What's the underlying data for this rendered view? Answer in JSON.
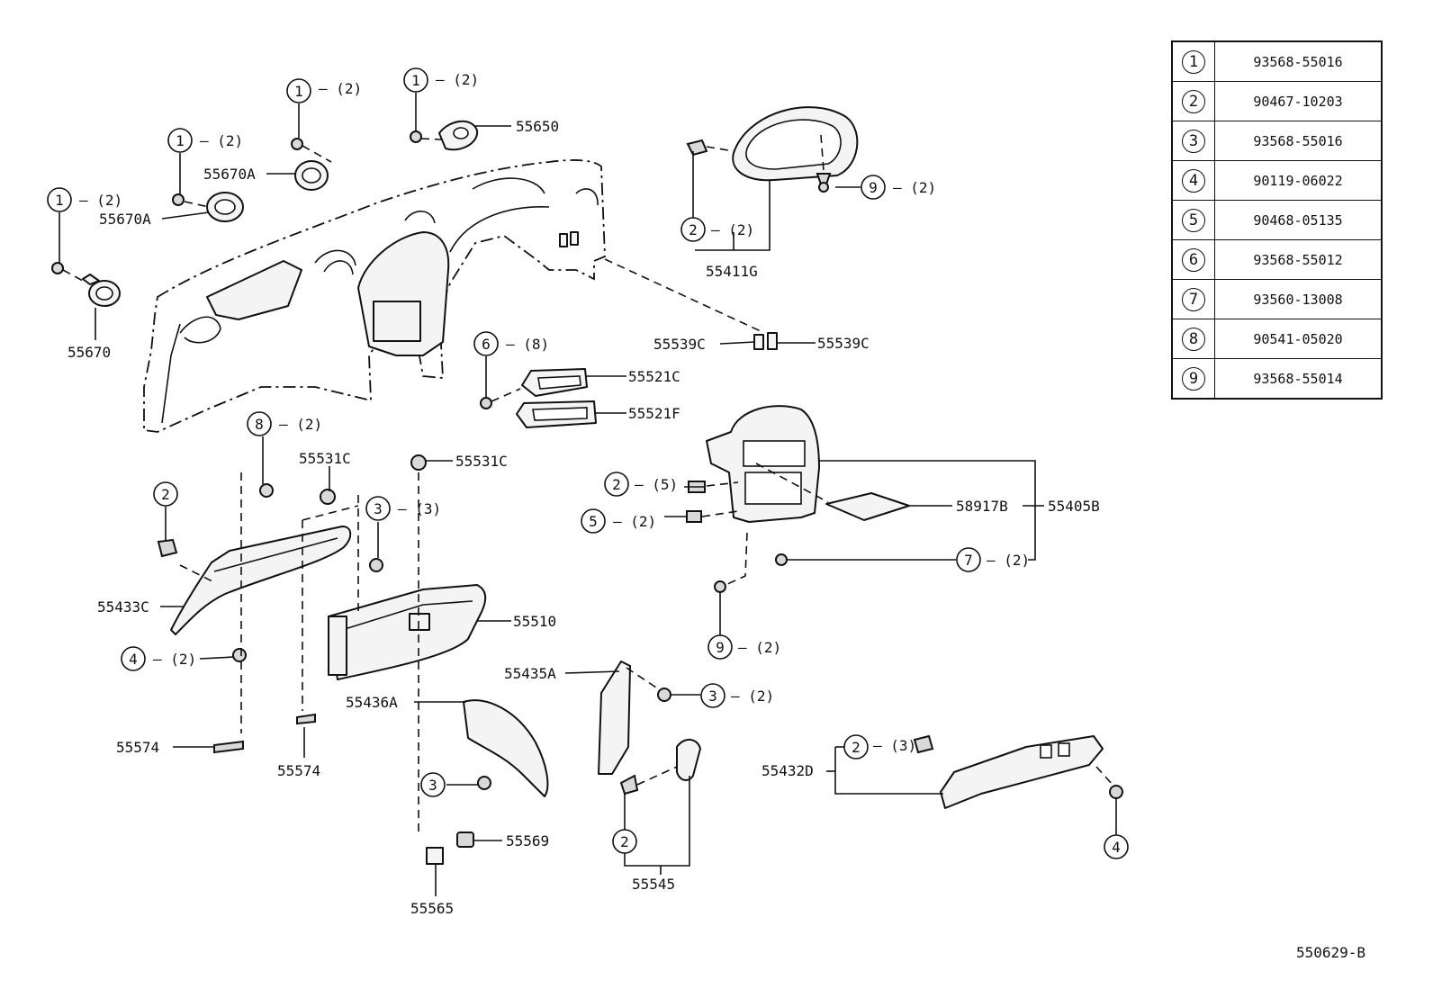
{
  "legend": [
    {
      "index": "1",
      "part_number": "93568-55016"
    },
    {
      "index": "2",
      "part_number": "90467-10203"
    },
    {
      "index": "3",
      "part_number": "93568-55016"
    },
    {
      "index": "4",
      "part_number": "90119-06022"
    },
    {
      "index": "5",
      "part_number": "90468-05135"
    },
    {
      "index": "6",
      "part_number": "93568-55012"
    },
    {
      "index": "7",
      "part_number": "93560-13008"
    },
    {
      "index": "8",
      "part_number": "90541-05020"
    },
    {
      "index": "9",
      "part_number": "93568-55014"
    }
  ],
  "labels": {
    "p55670": "55670",
    "p55670A_1": "55670A",
    "p55670A_2": "55670A",
    "p55650": "55650",
    "p55411G": "55411G",
    "p55539C_1": "55539C",
    "p55539C_2": "55539C",
    "p55521C": "55521C",
    "p55521F": "55521F",
    "p55531C_1": "55531C",
    "p55531C_2": "55531C",
    "p55433C": "55433C",
    "p55510": "55510",
    "p55574_1": "55574",
    "p55574_2": "55574",
    "p55436A": "55436A",
    "p55435A": "55435A",
    "p55569": "55569",
    "p55565": "55565",
    "p55545": "55545",
    "p58917B": "58917B",
    "p55405B": "55405B",
    "p55432D": "55432D"
  },
  "callouts": [
    {
      "num": "1",
      "qty": "– (2)"
    },
    {
      "num": "1",
      "qty": "– (2)"
    },
    {
      "num": "1",
      "qty": "– (2)"
    },
    {
      "num": "1",
      "qty": "– (2)"
    },
    {
      "num": "9",
      "qty": "– (2)"
    },
    {
      "num": "2",
      "qty": "– (2)"
    },
    {
      "num": "6",
      "qty": "– (8)"
    },
    {
      "num": "8",
      "qty": "– (2)"
    },
    {
      "num": "2",
      "qty": ""
    },
    {
      "num": "3",
      "qty": "– (3)"
    },
    {
      "num": "4",
      "qty": "– (2)"
    },
    {
      "num": "2",
      "qty": "– (5)"
    },
    {
      "num": "5",
      "qty": "– (2)"
    },
    {
      "num": "7",
      "qty": "– (2)"
    },
    {
      "num": "9",
      "qty": "– (2)"
    },
    {
      "num": "3",
      "qty": "– (2)"
    },
    {
      "num": "3",
      "qty": ""
    },
    {
      "num": "2",
      "qty": ""
    },
    {
      "num": "2",
      "qty": "– (3)"
    },
    {
      "num": "4",
      "qty": ""
    }
  ],
  "drawing_code": "550629-B"
}
